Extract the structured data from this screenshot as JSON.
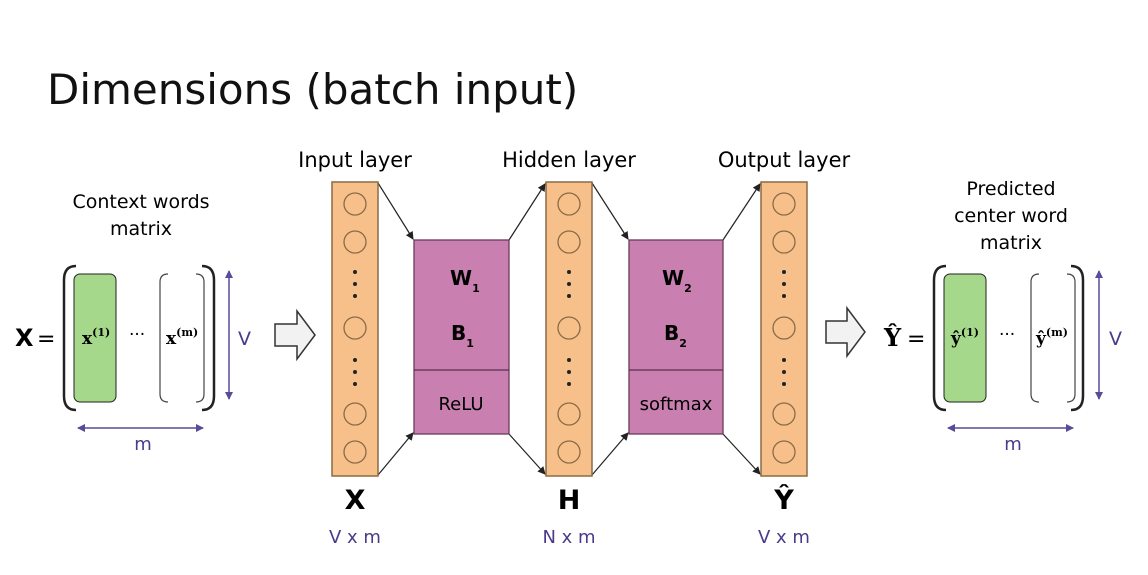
{
  "title": "Dimensions (batch input)",
  "left_matrix": {
    "caption_line1": "Context words",
    "caption_line2": "matrix",
    "symbol": "X",
    "equals": "=",
    "col_first": "x",
    "col_first_sup": "(1)",
    "ellipsis": "···",
    "col_last": "x",
    "col_last_sup": "(m)",
    "height_label": "V",
    "width_label": "m"
  },
  "right_matrix": {
    "caption_line1": "Predicted",
    "caption_line2": "center word",
    "caption_line3": "matrix",
    "symbol": "Ŷ",
    "equals": "=",
    "col_first": "ŷ",
    "col_first_sup": "(1)",
    "ellipsis": "···",
    "col_last": "ŷ",
    "col_last_sup": "(m)",
    "height_label": "V",
    "width_label": "m"
  },
  "layers": {
    "input": {
      "title": "Input layer",
      "symbol": "X",
      "dims": "V x m"
    },
    "hidden": {
      "title": "Hidden layer",
      "symbol": "H",
      "dims": "N x m"
    },
    "output": {
      "title": "Output layer",
      "symbol": "Ŷ",
      "dims": "V x m"
    }
  },
  "blocks": {
    "first": {
      "weight": "W",
      "weight_sub": "1",
      "bias": "B",
      "bias_sub": "1",
      "activation": "ReLU"
    },
    "second": {
      "weight": "W",
      "weight_sub": "2",
      "bias": "B",
      "bias_sub": "2",
      "activation": "softmax"
    }
  },
  "colors": {
    "layer_fill": "#F7C08A",
    "layer_stroke": "#8a6a45",
    "block_fill": "#C97FB0",
    "column_fill": "#A5D88B",
    "dim_text": "#4b3a8c",
    "dim_arrow": "#5a4a9a"
  }
}
